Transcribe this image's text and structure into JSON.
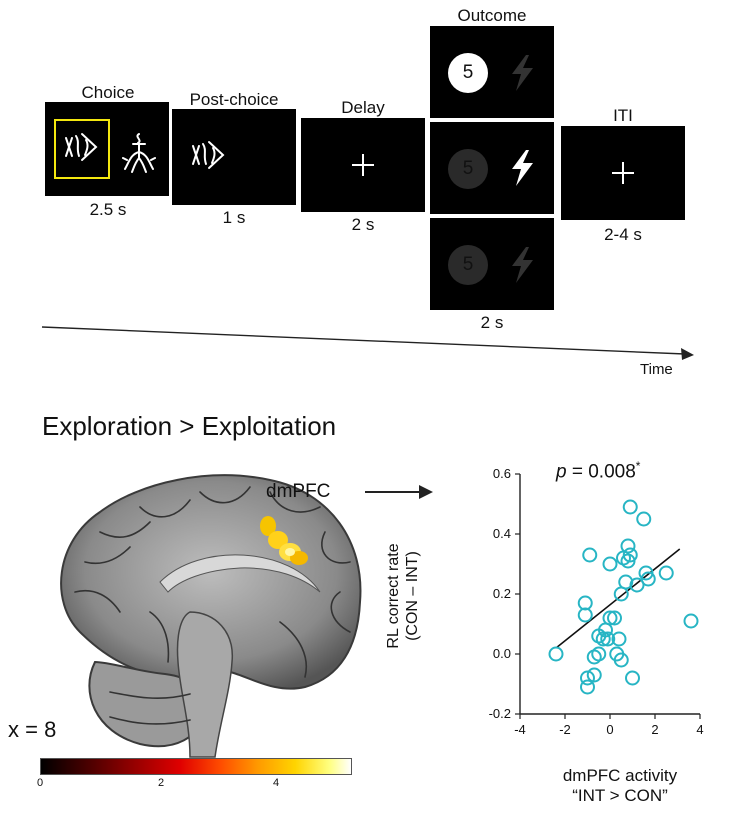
{
  "timeline": {
    "screens": [
      {
        "label": "Choice",
        "duration": "2.5 s"
      },
      {
        "label": "Post-choice",
        "duration": "1 s"
      },
      {
        "label": "Delay",
        "duration": "2 s"
      },
      {
        "label": "Outcome",
        "duration": "2 s"
      },
      {
        "label": "ITI",
        "duration": "2-4 s"
      }
    ],
    "outcome_coin_value": "5",
    "axis_label": "Time"
  },
  "brain": {
    "title": "Exploration > Exploitation",
    "region_label": "dmPFC",
    "slice_label": "x = 8",
    "colorbar_ticks": [
      "0",
      "2",
      "4"
    ]
  },
  "chart_data": {
    "type": "scatter",
    "annotation_p": "p",
    "annotation_value": " = 0.008",
    "annotation_sup": "*",
    "ylabel_line1": "RL correct rate",
    "ylabel_line2": "(CON – INT)",
    "xlabel_line1": "dmPFC activity",
    "xlabel_line2": "“INT > CON”",
    "xlim": [
      -4,
      4
    ],
    "ylim": [
      -0.2,
      0.6
    ],
    "xticks": [
      -4,
      -2,
      0,
      2,
      4
    ],
    "yticks": [
      -0.2,
      0.0,
      0.2,
      0.4,
      0.6
    ],
    "ytick_labels": [
      "-0.2",
      "0.0",
      "0.2",
      "0.4",
      "0.6"
    ],
    "point_color": "#27b5c4",
    "points": [
      [
        -2.4,
        0.0
      ],
      [
        -1.1,
        0.17
      ],
      [
        -1.1,
        0.13
      ],
      [
        -1.0,
        -0.08
      ],
      [
        -1.0,
        -0.11
      ],
      [
        -0.9,
        0.33
      ],
      [
        -0.7,
        -0.01
      ],
      [
        -0.7,
        -0.07
      ],
      [
        -0.5,
        0.0
      ],
      [
        -0.5,
        0.06
      ],
      [
        -0.3,
        0.05
      ],
      [
        -0.2,
        0.08
      ],
      [
        -0.1,
        0.05
      ],
      [
        0.0,
        0.12
      ],
      [
        0.0,
        0.3
      ],
      [
        0.2,
        0.12
      ],
      [
        0.3,
        0.0
      ],
      [
        0.4,
        0.05
      ],
      [
        0.5,
        -0.02
      ],
      [
        0.5,
        0.2
      ],
      [
        0.6,
        0.32
      ],
      [
        0.7,
        0.24
      ],
      [
        0.8,
        0.31
      ],
      [
        0.8,
        0.36
      ],
      [
        0.9,
        0.49
      ],
      [
        0.9,
        0.33
      ],
      [
        1.0,
        -0.08
      ],
      [
        1.2,
        0.23
      ],
      [
        1.5,
        0.45
      ],
      [
        1.6,
        0.27
      ],
      [
        1.7,
        0.25
      ],
      [
        2.5,
        0.27
      ],
      [
        3.6,
        0.11
      ]
    ],
    "fit_line": {
      "x": [
        -2.4,
        3.1
      ],
      "y": [
        0.02,
        0.35
      ]
    }
  }
}
